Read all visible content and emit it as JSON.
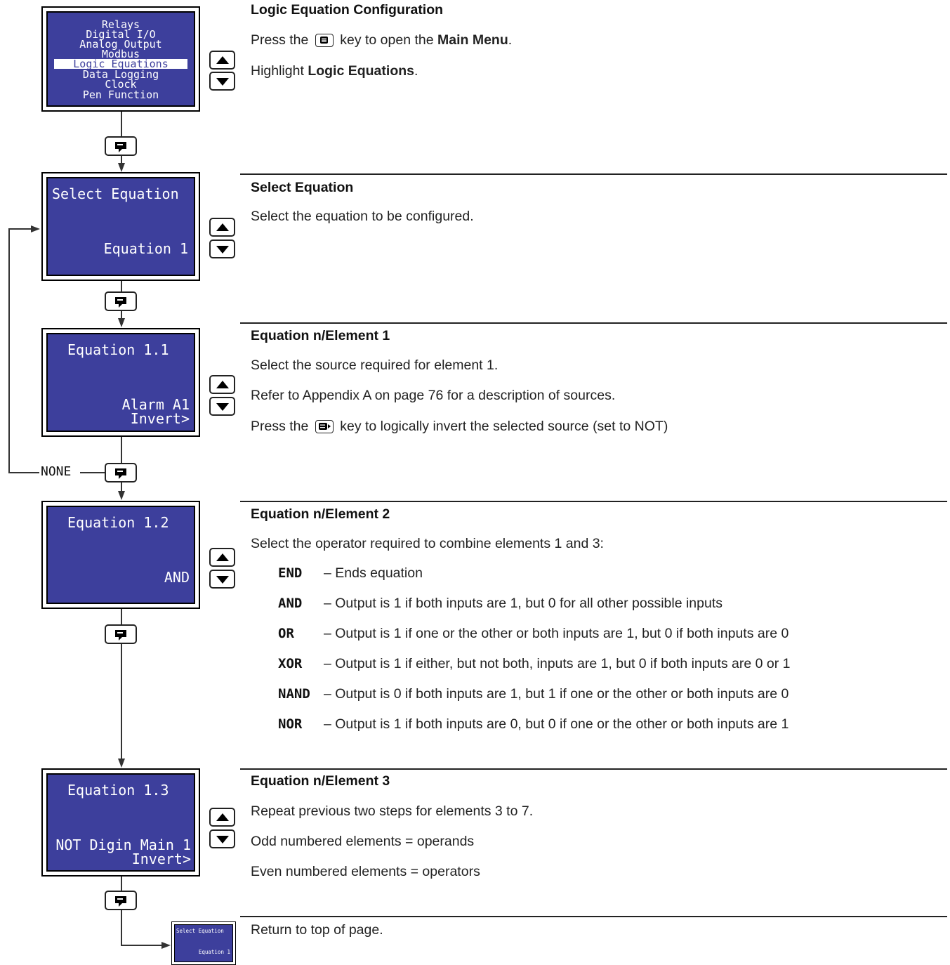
{
  "menu_screen": {
    "items": [
      "Relays",
      "Digital I/O",
      "Analog Output",
      "Modbus",
      "Logic Equations",
      "Data Logging",
      "Clock",
      "Pen Function"
    ],
    "selected_index": 4
  },
  "screens": {
    "select_equation": {
      "title": "Select Equation",
      "value": "Equation 1"
    },
    "element1": {
      "title": "Equation 1.1",
      "value": "Alarm A1",
      "extra": "Invert>"
    },
    "element2": {
      "title": "Equation 1.2",
      "value": "AND"
    },
    "element3": {
      "title": "Equation 1.3",
      "value": "NOT Digin Main 1",
      "extra": "Invert>"
    },
    "return_thumb": {
      "title": "Select Equation",
      "value": "Equation 1"
    }
  },
  "flow": {
    "none_label": "NONE"
  },
  "sections": {
    "s1": {
      "heading": "Logic Equation Configuration",
      "line1_pre": "Press the",
      "line1_mid": "key to open the",
      "line1_bold": "Main Menu",
      "line1_end": ".",
      "line2_pre": "Highlight",
      "line2_bold": "Logic Equations",
      "line2_end": "."
    },
    "s2": {
      "heading": "Select Equation",
      "line1": "Select the equation to be configured."
    },
    "s3": {
      "heading": "Equation n/Element 1",
      "line1": "Select the source required for element 1.",
      "line2": "Refer to Appendix A on page 76 for a description of sources.",
      "line3_pre": "Press the",
      "line3_post": "key to logically invert the selected source (set to NOT)"
    },
    "s4": {
      "heading": "Equation n/Element 2",
      "line1": "Select the operator required to combine elements 1 and 3:",
      "operators": [
        {
          "code": "END",
          "desc": "– Ends equation"
        },
        {
          "code": "AND",
          "desc": "– Output is 1 if both inputs are 1, but 0 for all other possible inputs"
        },
        {
          "code": "OR",
          "desc": "– Output is 1 if one or the other or both inputs are 1, but 0 if both inputs are 0"
        },
        {
          "code": "XOR",
          "desc": "– Output is 1 if either, but not both, inputs are 1, but 0 if both inputs are 0 or 1"
        },
        {
          "code": "NAND",
          "desc": "– Output is 0 if both inputs are 1, but 1 if one or the other or both inputs are 0"
        },
        {
          "code": "NOR",
          "desc": "– Output is 1 if both inputs are 0, but 0 if one or the other or both inputs are 1"
        }
      ]
    },
    "s5": {
      "heading": "Equation n/Element 3",
      "line1": "Repeat previous two steps for elements 3 to 7.",
      "line2": "Odd numbered elements = operands",
      "line3": "Even numbered elements = operators"
    },
    "s6": {
      "line1": "Return to top of page."
    }
  }
}
